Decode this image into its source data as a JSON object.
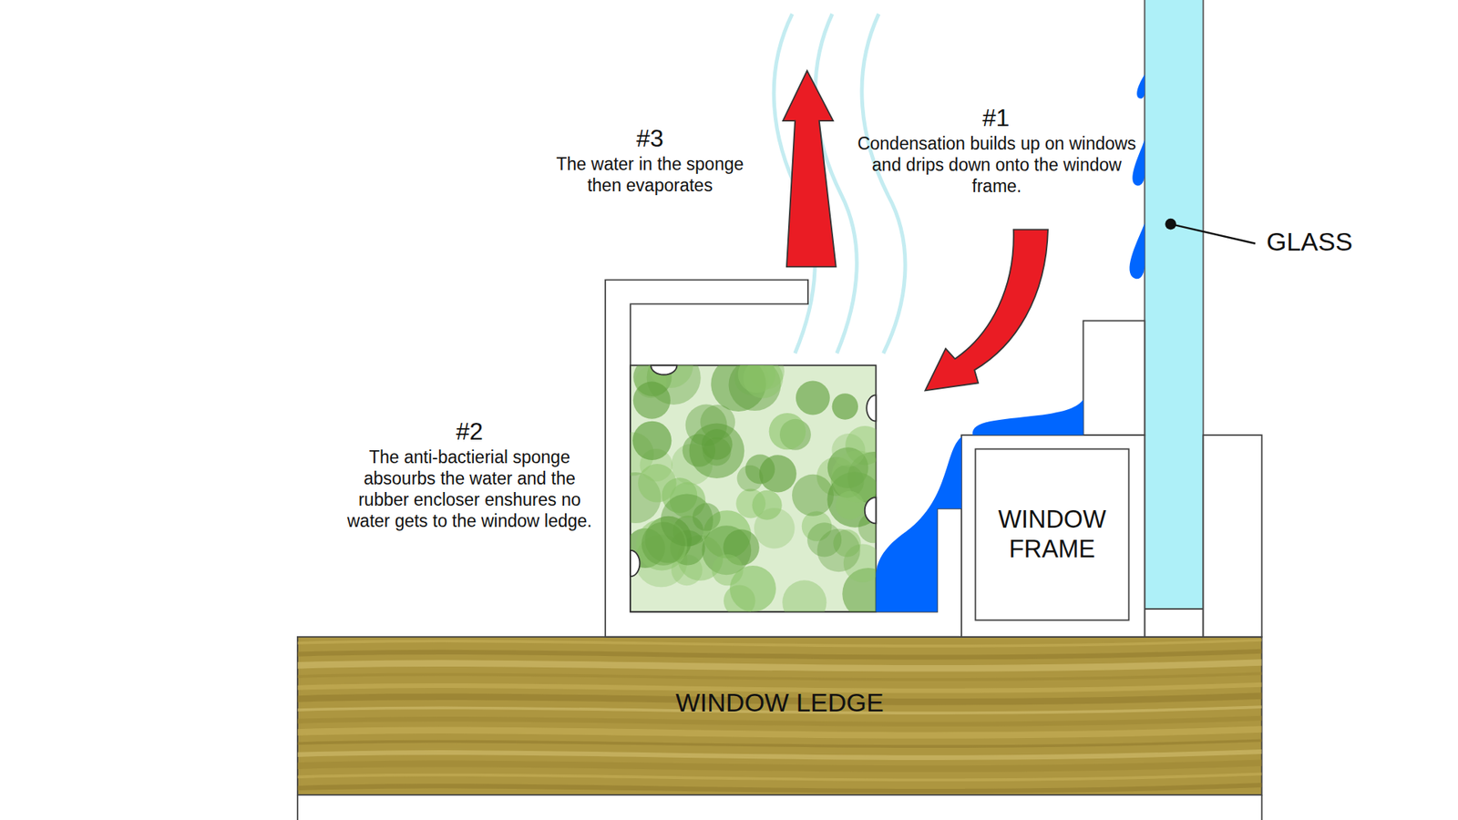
{
  "diagram": {
    "nodes": [
      {
        "text": [
          "WINDOW FRAME"
        ]
      },
      {
        "text": [
          "WINDOW LEDGE"
        ]
      }
    ],
    "labels": [
      "#3",
      "The water in the sponge then evaporates",
      "#1",
      "Condensation builds up on windows and drips down onto the window frame.",
      "#2",
      "The anti-bactierial sponge absourbs the water and the rubber encloser enshures no water gets to the window ledge.",
      "GLASS"
    ]
  }
}
